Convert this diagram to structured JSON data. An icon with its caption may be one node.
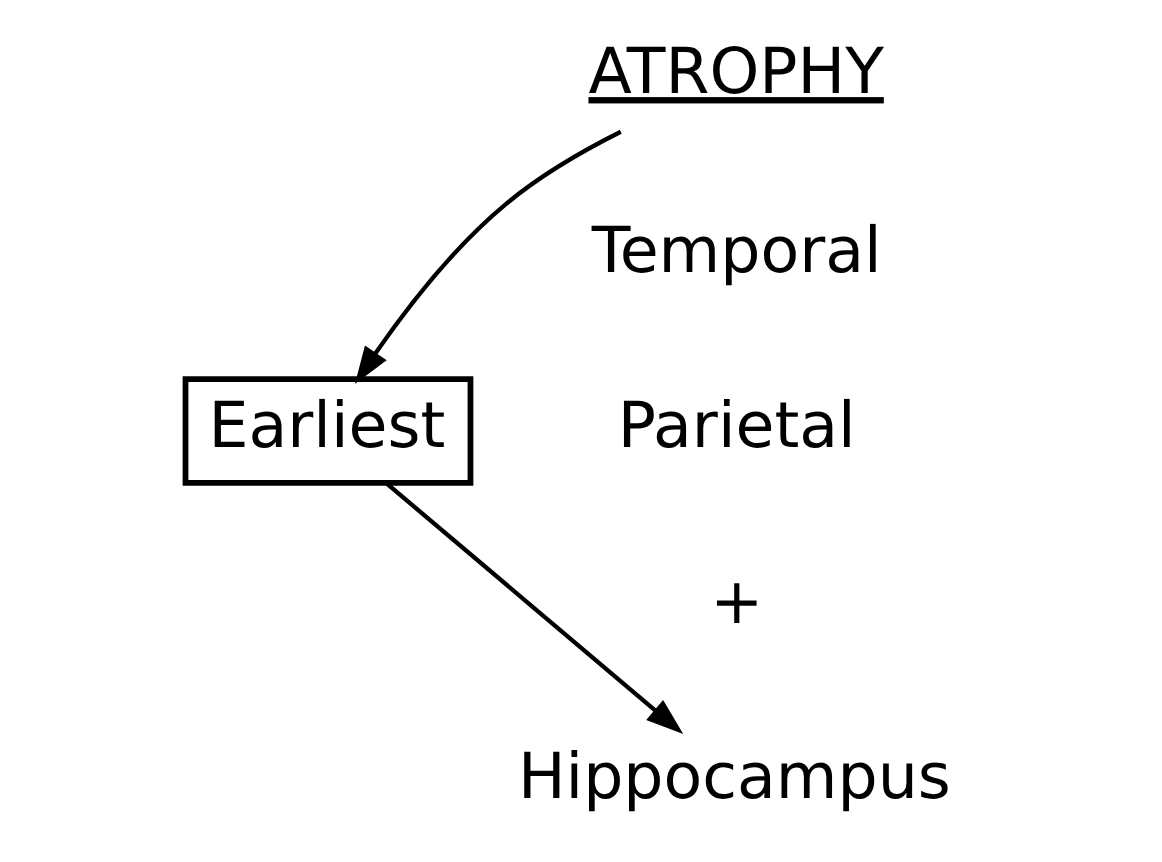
{
  "diagram": {
    "nodes": [
      {
        "text": [
          "ATROPHY"
        ]
      },
      {
        "text": [
          "Earliest"
        ]
      },
      {
        "text": [
          "Hippocampus"
        ]
      }
    ],
    "edges": [
      {
        "from": 0,
        "to": 1,
        "arrow": "to"
      },
      {
        "from": 1,
        "to": 2,
        "arrow": "to"
      }
    ],
    "labels": [
      "Temporal",
      "Parietal",
      "+"
    ]
  }
}
